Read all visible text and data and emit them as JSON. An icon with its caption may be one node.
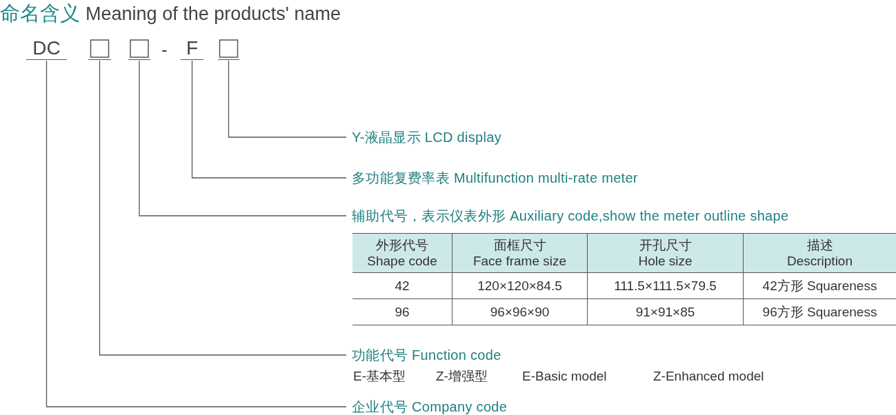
{
  "diagram": {
    "title": "命名含义 Meaning of the products' name",
    "nodes": [
      {
        "text": [
          "DC"
        ]
      },
      {
        "text": [],
        "shape": "box"
      },
      {
        "text": [],
        "shape": "box"
      },
      {
        "text": [
          "F"
        ]
      },
      {
        "text": [],
        "shape": "box"
      },
      {
        "text": [
          "Y-液晶显示 LCD display"
        ]
      },
      {
        "text": [
          "多功能复费率表 Multifunction multi-rate meter"
        ]
      },
      {
        "text": [
          "辅助代号，表示仪表外形 Auxiliary code,show the meter outline shape"
        ]
      },
      {
        "text": [
          "功能代号 Function code"
        ]
      },
      {
        "text": [
          "企业代号 Company code"
        ]
      }
    ],
    "edges": [
      {
        "from": 4,
        "to": 5,
        "arrow": "none"
      },
      {
        "from": 3,
        "to": 6,
        "arrow": "none"
      },
      {
        "from": 2,
        "to": 7,
        "arrow": "none"
      },
      {
        "from": 1,
        "to": 8,
        "arrow": "none"
      },
      {
        "from": 0,
        "to": 9,
        "arrow": "none"
      }
    ],
    "labels": [
      "-",
      "外形代号 Shape code",
      "面框尺寸 Face frame size",
      "开孔尺寸 Hole size",
      "描述 Description",
      "42",
      "120×120×84.5",
      "111.5×111.5×79.5",
      "42方形 Squareness",
      "96",
      "96×96×90",
      "91×91×85",
      "96方形 Squareness",
      "E-基本型",
      "Z-增强型",
      "E-Basic model",
      "Z-Enhanced model"
    ]
  }
}
